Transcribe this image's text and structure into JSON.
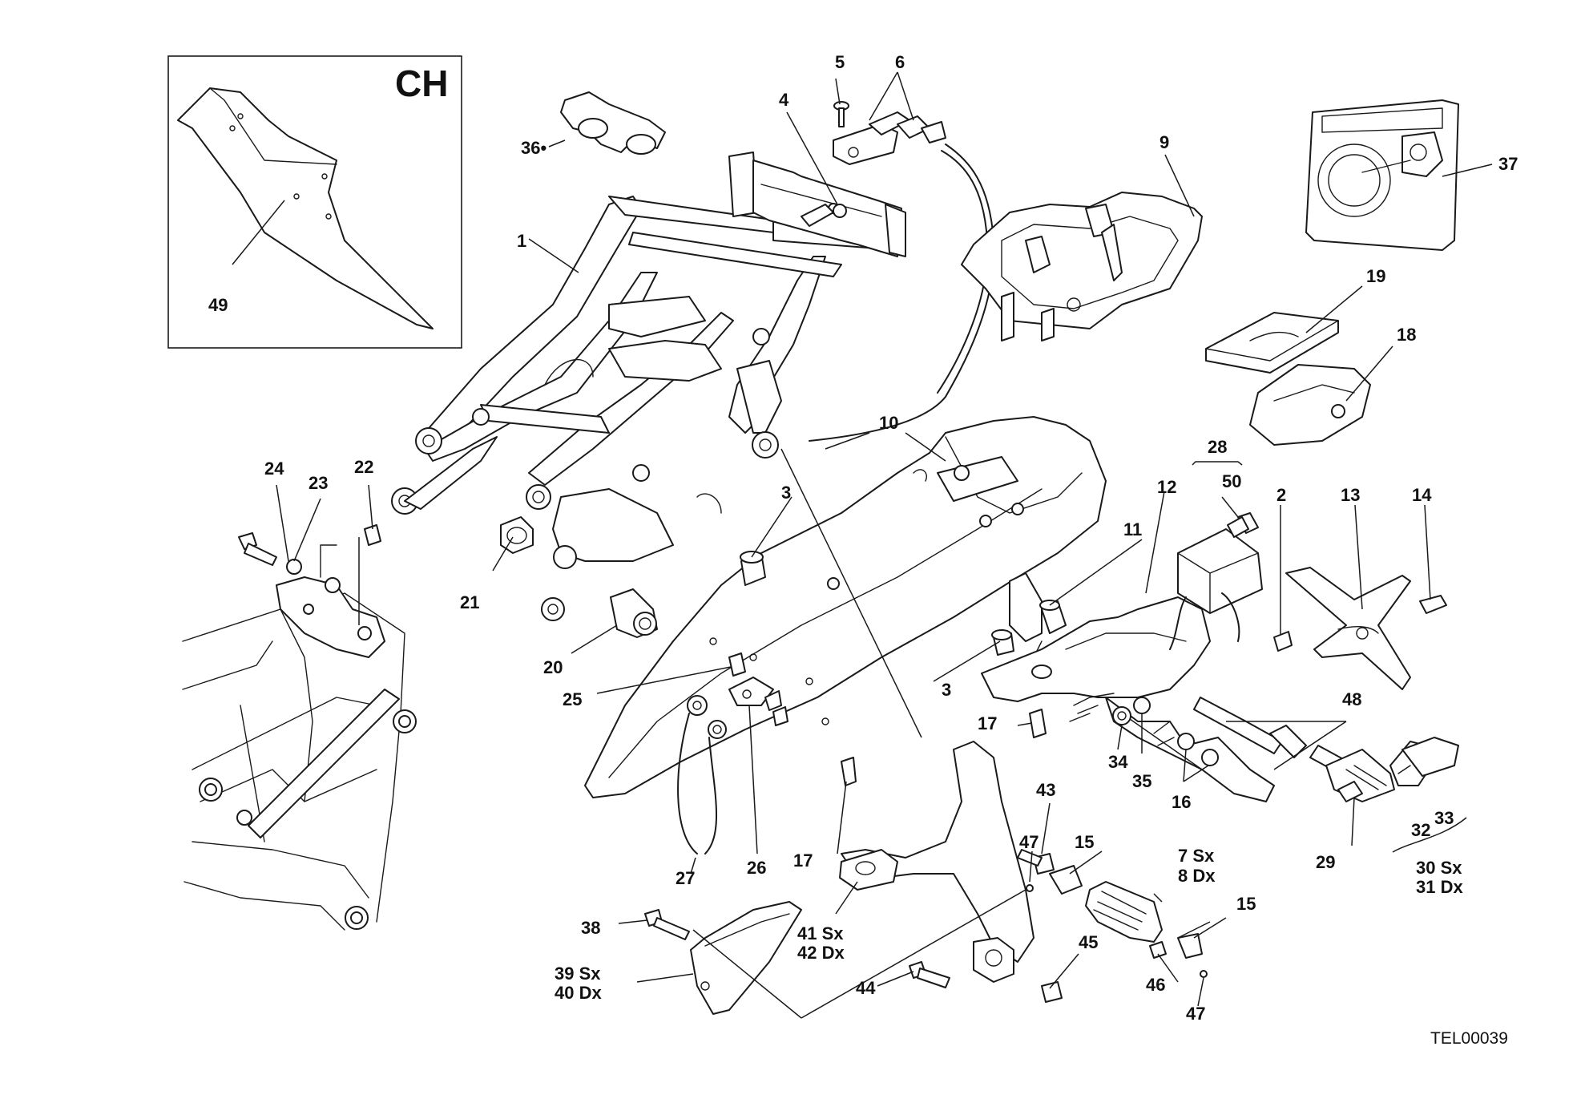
{
  "inset": {
    "tag": "CH",
    "part": "49"
  },
  "labels": [
    {
      "id": "1",
      "text": "1"
    },
    {
      "id": "2",
      "text": "2"
    },
    {
      "id": "3a",
      "text": "3"
    },
    {
      "id": "3b",
      "text": "3"
    },
    {
      "id": "4",
      "text": "4"
    },
    {
      "id": "5",
      "text": "5"
    },
    {
      "id": "6",
      "text": "6"
    },
    {
      "id": "7sx",
      "text": "7 Sx"
    },
    {
      "id": "8dx",
      "text": "8 Dx"
    },
    {
      "id": "9",
      "text": "9"
    },
    {
      "id": "10",
      "text": "10"
    },
    {
      "id": "11",
      "text": "11"
    },
    {
      "id": "12",
      "text": "12"
    },
    {
      "id": "13",
      "text": "13"
    },
    {
      "id": "14",
      "text": "14"
    },
    {
      "id": "15a",
      "text": "15"
    },
    {
      "id": "15b",
      "text": "15"
    },
    {
      "id": "16",
      "text": "16"
    },
    {
      "id": "17a",
      "text": "17"
    },
    {
      "id": "17b",
      "text": "17"
    },
    {
      "id": "18",
      "text": "18"
    },
    {
      "id": "19",
      "text": "19"
    },
    {
      "id": "20",
      "text": "20"
    },
    {
      "id": "21",
      "text": "21"
    },
    {
      "id": "22",
      "text": "22"
    },
    {
      "id": "23",
      "text": "23"
    },
    {
      "id": "24",
      "text": "24"
    },
    {
      "id": "25",
      "text": "25"
    },
    {
      "id": "26",
      "text": "26"
    },
    {
      "id": "27",
      "text": "27"
    },
    {
      "id": "28",
      "text": "28"
    },
    {
      "id": "29",
      "text": "29"
    },
    {
      "id": "30sx",
      "text": "30 Sx"
    },
    {
      "id": "31dx",
      "text": "31 Dx"
    },
    {
      "id": "32",
      "text": "32"
    },
    {
      "id": "33",
      "text": "33"
    },
    {
      "id": "34",
      "text": "34"
    },
    {
      "id": "35",
      "text": "35"
    },
    {
      "id": "36",
      "text": "36•"
    },
    {
      "id": "37",
      "text": "37"
    },
    {
      "id": "38",
      "text": "38"
    },
    {
      "id": "39sx",
      "text": "39 Sx"
    },
    {
      "id": "40dx",
      "text": "40 Dx"
    },
    {
      "id": "41sx",
      "text": "41 Sx"
    },
    {
      "id": "42dx",
      "text": "42 Dx"
    },
    {
      "id": "43",
      "text": "43"
    },
    {
      "id": "44",
      "text": "44"
    },
    {
      "id": "45",
      "text": "45"
    },
    {
      "id": "46",
      "text": "46"
    },
    {
      "id": "47a",
      "text": "47"
    },
    {
      "id": "47b",
      "text": "47"
    },
    {
      "id": "48",
      "text": "48"
    },
    {
      "id": "50",
      "text": "50"
    }
  ],
  "reference": "TEL00039"
}
